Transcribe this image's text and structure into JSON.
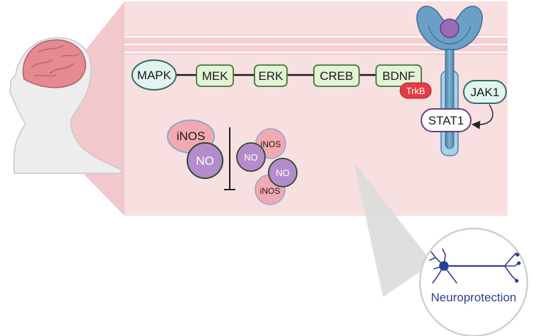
{
  "pathway": {
    "mapk": "MAPK",
    "mek": "MEK",
    "erk": "ERK",
    "creb": "CREB",
    "bdnf": "BDNF",
    "trkb": "TrkB"
  },
  "receptor": {
    "jak1": "JAK1",
    "stat1": "STAT1"
  },
  "inhibition": {
    "inos_large": "iNOS",
    "no_large": "NO",
    "inos_small_1": "iNOS",
    "no_small_1": "NO",
    "no_small_2": "NO",
    "inos_small_2": "iNOS"
  },
  "outcome": {
    "neuroprotection": "Neuroprotection"
  },
  "colors": {
    "tissue": "#f8dfe0",
    "zoom_wedge": "#f0c5c8",
    "green_box": "#e3f3d6",
    "green_border": "#3f7a3a",
    "teal_fill": "#e2f4ef",
    "teal_border": "#2f6d64",
    "purple": "#b48ccb",
    "purple_border": "#6b3c86",
    "pink": "#f1aab2",
    "trkb_red": "#e63b45",
    "receptor_blue": "#5b92b8",
    "neuron_blue": "#2b3f94"
  }
}
